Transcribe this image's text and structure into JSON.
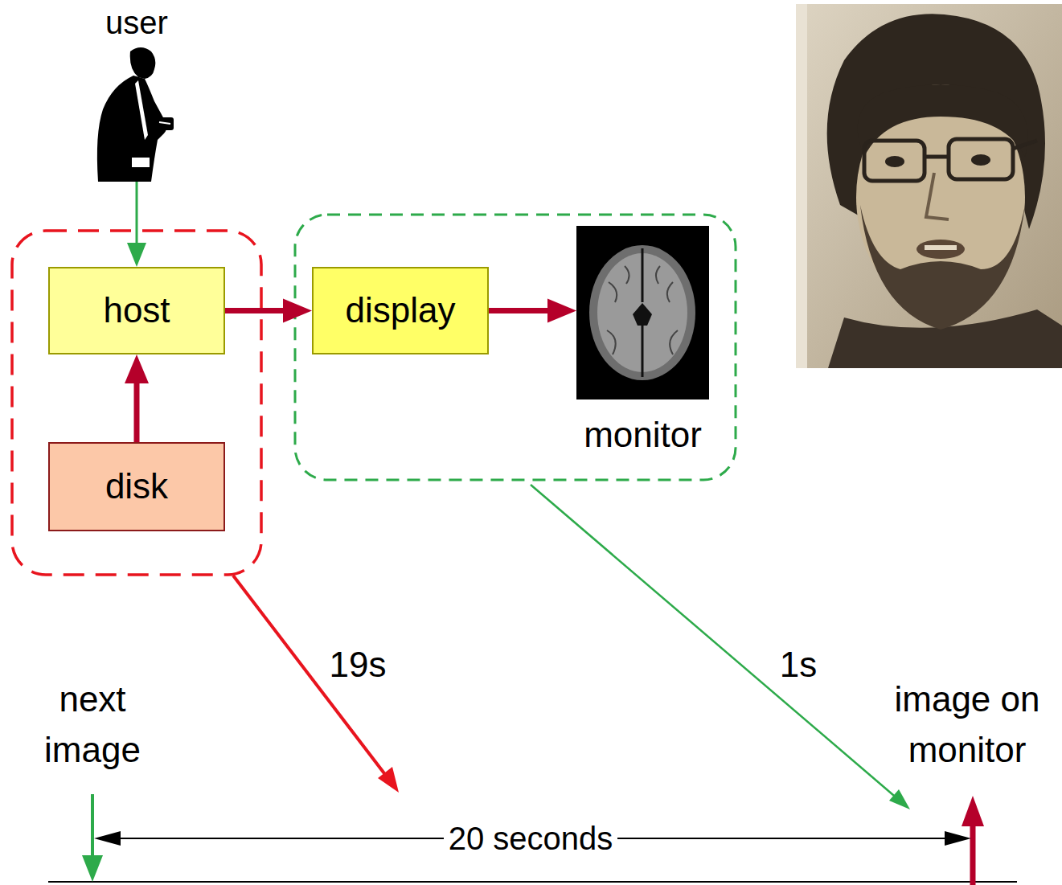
{
  "diagram": {
    "nodes": [
      {
        "text": [
          "user"
        ]
      },
      {
        "text": [
          "host"
        ]
      },
      {
        "text": [
          "disk"
        ]
      },
      {
        "text": [
          "display"
        ]
      },
      {
        "text": [
          "monitor"
        ]
      }
    ],
    "edges": [
      {
        "from": 0,
        "to": 1,
        "arrow": "to"
      },
      {
        "from": 2,
        "to": 1,
        "arrow": "to"
      },
      {
        "from": 1,
        "to": 3,
        "arrow": "to"
      },
      {
        "from": 3,
        "to": 4,
        "arrow": "to"
      }
    ],
    "labels": [
      "19s",
      "1s",
      "next image",
      "image on monitor",
      "20 seconds"
    ]
  }
}
